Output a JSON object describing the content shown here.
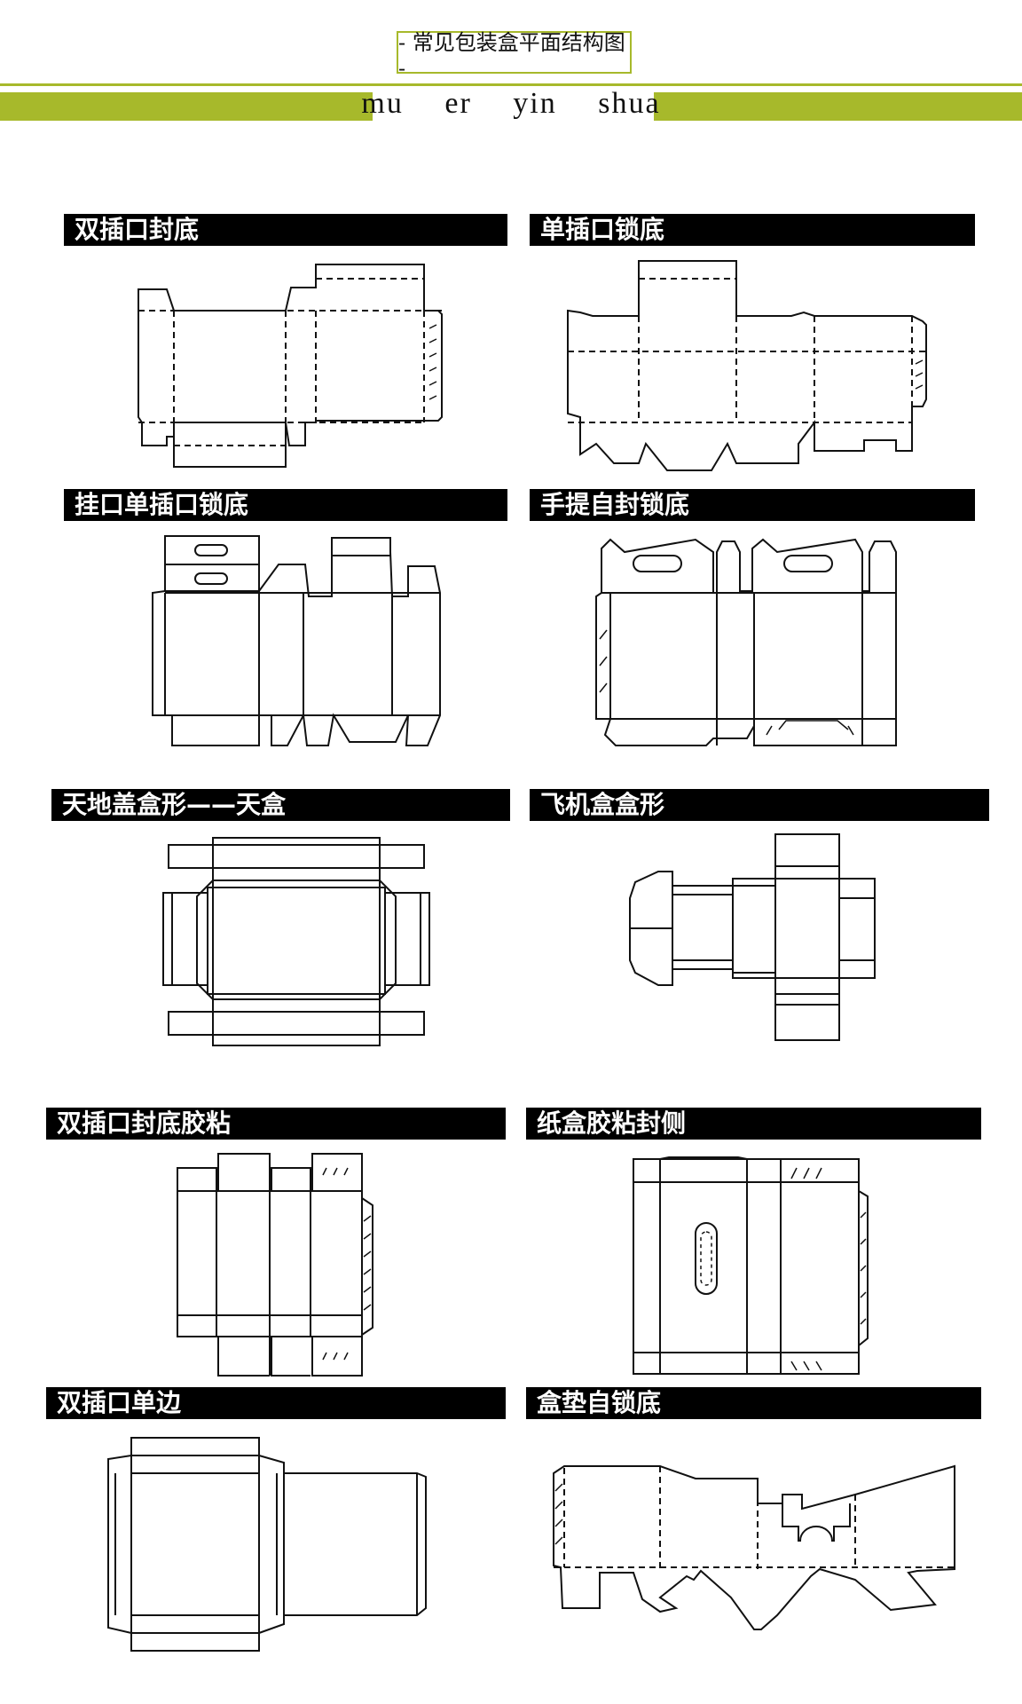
{
  "header": {
    "title": "- 常见包装盒平面结构图 -",
    "subtitle_words": [
      "mu",
      "er",
      "yin",
      "shua"
    ]
  },
  "colors": {
    "accent": "#a7b92b",
    "label_bg": "#000000",
    "label_text": "#ffffff",
    "line": "#111111"
  },
  "panels": [
    {
      "label": "双插口封底"
    },
    {
      "label": "单插口锁底"
    },
    {
      "label": "挂口单插口锁底"
    },
    {
      "label": "手提自封锁底"
    },
    {
      "label": "天地盖盒形——天盒"
    },
    {
      "label": "飞机盒盒形"
    },
    {
      "label": "双插口封底胶粘"
    },
    {
      "label": "纸盒胶粘封侧"
    },
    {
      "label": "双插口单边"
    },
    {
      "label": "盒垫自锁底"
    }
  ]
}
